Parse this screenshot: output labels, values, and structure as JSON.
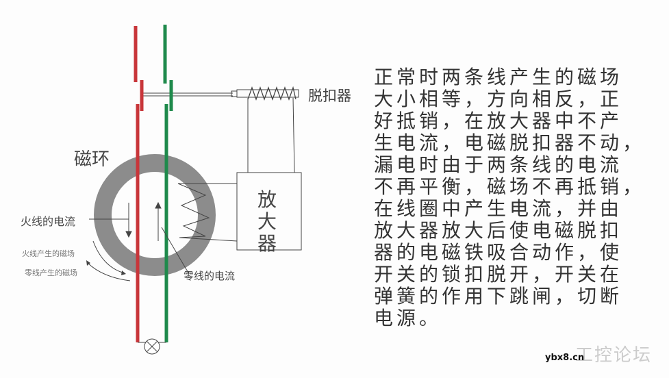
{
  "labels": {
    "ring": "磁环",
    "trip": "脱扣器",
    "amplifier": [
      "放",
      "大",
      "器"
    ],
    "live_current": "火线的电流",
    "neutral_current": "零线的电流",
    "live_field": "火线产生的磁场",
    "neutral_field": "零线产生的磁场"
  },
  "description": [
    "正常时两条线产生的磁场",
    "大小相等，方向相反，正",
    "好抵销，在放大器中不产",
    "生电流，电磁脱扣器不动，",
    "漏电时由于两条线的电流",
    "不再平衡，磁场不再抵销，",
    "在线圈中产生电流，并由",
    "放大器放大后使电磁脱扣",
    "器的电磁铁吸合动作，使",
    "开关的锁扣脱开，开关在",
    "弹簧的作用下跳闸，切断",
    "电源。"
  ],
  "watermark": {
    "name": "工控论坛",
    "site": "ybx8.cn"
  },
  "colors": {
    "live": "#c8363a",
    "neutral": "#1f8a4c",
    "ring": "#8c8c8c"
  }
}
